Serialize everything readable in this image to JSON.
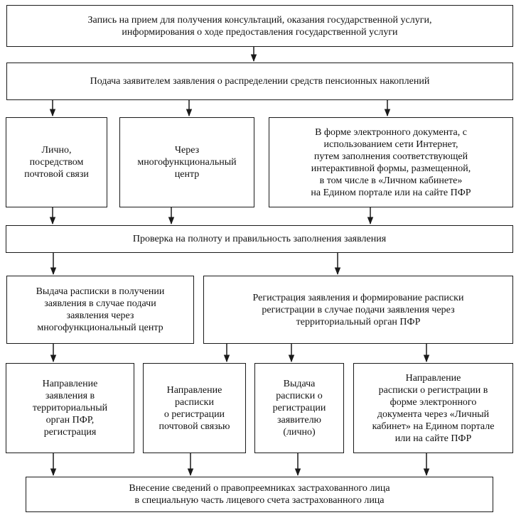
{
  "diagram": {
    "nodes": {
      "appointment": "Запись на прием для получения консультаций, оказания государственной услуги,\nинформирования о ходе предоставления государственной услуги",
      "submission": "Подача заявителем заявления о распределении средств пенсионных накоплений",
      "in_person": "Лично,\nпосредством\nпочтовой связи",
      "mfc": "Через\nмногофункциональный\nцентр",
      "electronic": "В форме электронного документа, с\nиспользованием сети Интернет,\nпутем заполнения соответствующей\nинтерактивной формы, размещенной,\nв том числе в «Личном кабинете»\nна Едином портале или на сайте ПФР",
      "verification": "Проверка на полноту и правильность заполнения заявления",
      "receipt_mfc": "Выдача расписки в получении\nзаявления в случае подачи\nзаявления через\nмногофункциональный центр",
      "registration": "Регистрация заявления и формирование расписки\nрегистрации в случае подачи заявления через\nтерриториальный орган ПФР",
      "forward_pfr": "Направление\nзаявления в\nтерриториальный\nорган ПФР,\nрегистрация",
      "receipt_post": "Направление\nрасписки\nо регистрации\nпочтовой связью",
      "receipt_person": "Выдача\nрасписки о\nрегистрации\nзаявителю\n(лично)",
      "receipt_cabinet": "Направление\nрасписки о регистрации в\nформе электронного\nдокумента через «Личный\nкабинет» на Едином портале\nили на сайте ПФР",
      "entry": "Внесение сведений о правопреемниках застрахованного лица\nв специальную часть лицевого счета застрахованного лица"
    }
  }
}
